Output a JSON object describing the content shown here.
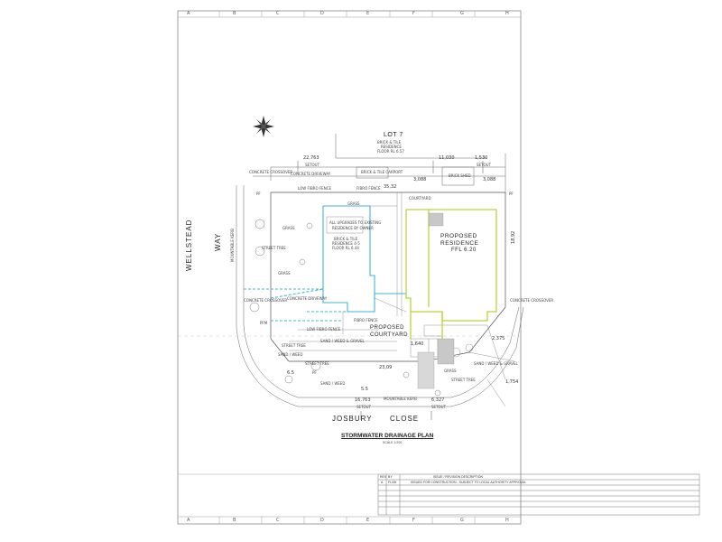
{
  "grid": {
    "columns": [
      "A",
      "B",
      "C",
      "D",
      "E",
      "F",
      "G",
      "H"
    ]
  },
  "drawing": {
    "title": "STORMWATER DRAINAGE PLAN",
    "scale": "SCALE 1:200",
    "lot": "LOT 7",
    "lot_desc_1": "BRICK & TILE",
    "lot_desc_2": "RESIDENCE",
    "lot_desc_3": "FLOOR RL 6.57",
    "street_west_1": "WELLSTEAD",
    "street_west_2": "WAY",
    "street_south_1": "JOSBURY",
    "street_south_2": "CLOSE",
    "proposed_residence": "PROPOSED",
    "proposed_residence_2": "RESIDENCE",
    "ffl": "FFL 6.20",
    "proposed_courtyard": "PROPOSED",
    "proposed_courtyard_2": "COURTYARD",
    "courtyard": "COURTYARD",
    "brick_tile_1": "BRICK & TILE",
    "brick_tile_2": "RESIDENCE 4-5",
    "brick_tile_3": "FLOOR RL 6.44",
    "upgrade_note_1": "ALL UPGRADES TO EXISTING",
    "upgrade_note_2": "RESIDENCE BY OWNER",
    "fibro_fence": "FIBRO FENCE",
    "low_fibro_fence": "LOW FIBRO FENCE",
    "concrete_crossover": "CONCRETE CROSSOVER",
    "concrete_driveway": "CONCRETE DRIVEWAY",
    "brick_tile_carport": "BRICK & TILE CARPORT",
    "brick_shed": "BRICK SHED",
    "mountable_kerb": "MOUNTABLE KERB",
    "street_tree": "STREET TREE",
    "sand_weed": "SAND / WEED",
    "sand_weed_gravel": "SAND / WEED & GRAVEL",
    "grass": "GRASS",
    "setout": "SETOUT",
    "dims": {
      "top_left": "22,763",
      "top_mid": "11,030",
      "top_right": "1,530",
      "fence_len": "35,32",
      "bottom_left": "16,763",
      "bottom_right": "6,327",
      "bottom_mid": "23,09",
      "right_side": "18,92",
      "pos_3088": "3,088",
      "pos_3088b": "3,088",
      "pos_2375": "2,375",
      "pos_1754": "1,754",
      "pos_1640": "1,640",
      "pos_5_5": "5.5",
      "pos_6_5": "6.5"
    },
    "pf": "PF",
    "pfm": "PFM"
  },
  "revision_table": {
    "headers": [
      "REV",
      "BY",
      "ISSUE / REVISION DESCRIPTION"
    ],
    "rows": [
      [
        "A",
        "FL/08",
        "ISSUED FOR CONSTRUCTION - SUBJECT TO LOCAL AUTHORITY APPROVAL"
      ]
    ]
  },
  "colors": {
    "blue_line": "#3fb4d8",
    "green_line": "#b7d53a",
    "grey_fill": "#c8c8c8"
  }
}
